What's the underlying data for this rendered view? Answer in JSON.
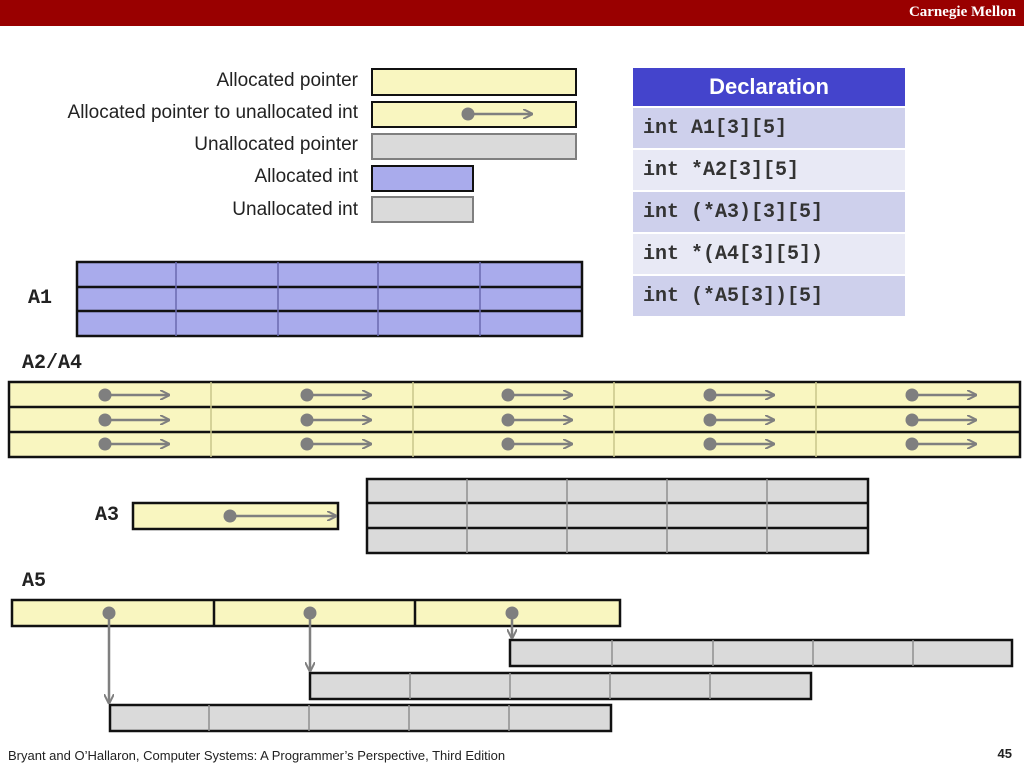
{
  "header": {
    "brand": "Carnegie Mellon"
  },
  "legend": {
    "items": [
      {
        "label": "Allocated  pointer",
        "kind": "allocated-pointer"
      },
      {
        "label": "Allocated  pointer to unallocated int",
        "kind": "allocated-pointer-to-unallocated-int"
      },
      {
        "label": "Unallocated pointer",
        "kind": "unallocated-pointer"
      },
      {
        "label": "Allocated  int",
        "kind": "allocated-int"
      },
      {
        "label": "Unallocated  int",
        "kind": "unallocated-int"
      }
    ]
  },
  "declarations": {
    "header": "Declaration",
    "rows": [
      "int A1[3][5]",
      "int *A2[3][5]",
      "int (*A3)[3][5]",
      "int *(A4[3][5])",
      "int (*A5[3])[5]"
    ]
  },
  "labels": {
    "a1": "A1",
    "a2a4": "A2/A4",
    "a3": "A3",
    "a5": "A5"
  },
  "colors": {
    "allocated_pointer": "#f9f6c0",
    "allocated_int": "#a9abec",
    "unallocated": "#dadada",
    "declaration_header": "#4444cc",
    "brand_bar": "#990000"
  },
  "footer": {
    "citation": "Bryant and O’Hallaron, Computer Systems: A Programmer’s Perspective, Third Edition",
    "page_number": "45"
  }
}
